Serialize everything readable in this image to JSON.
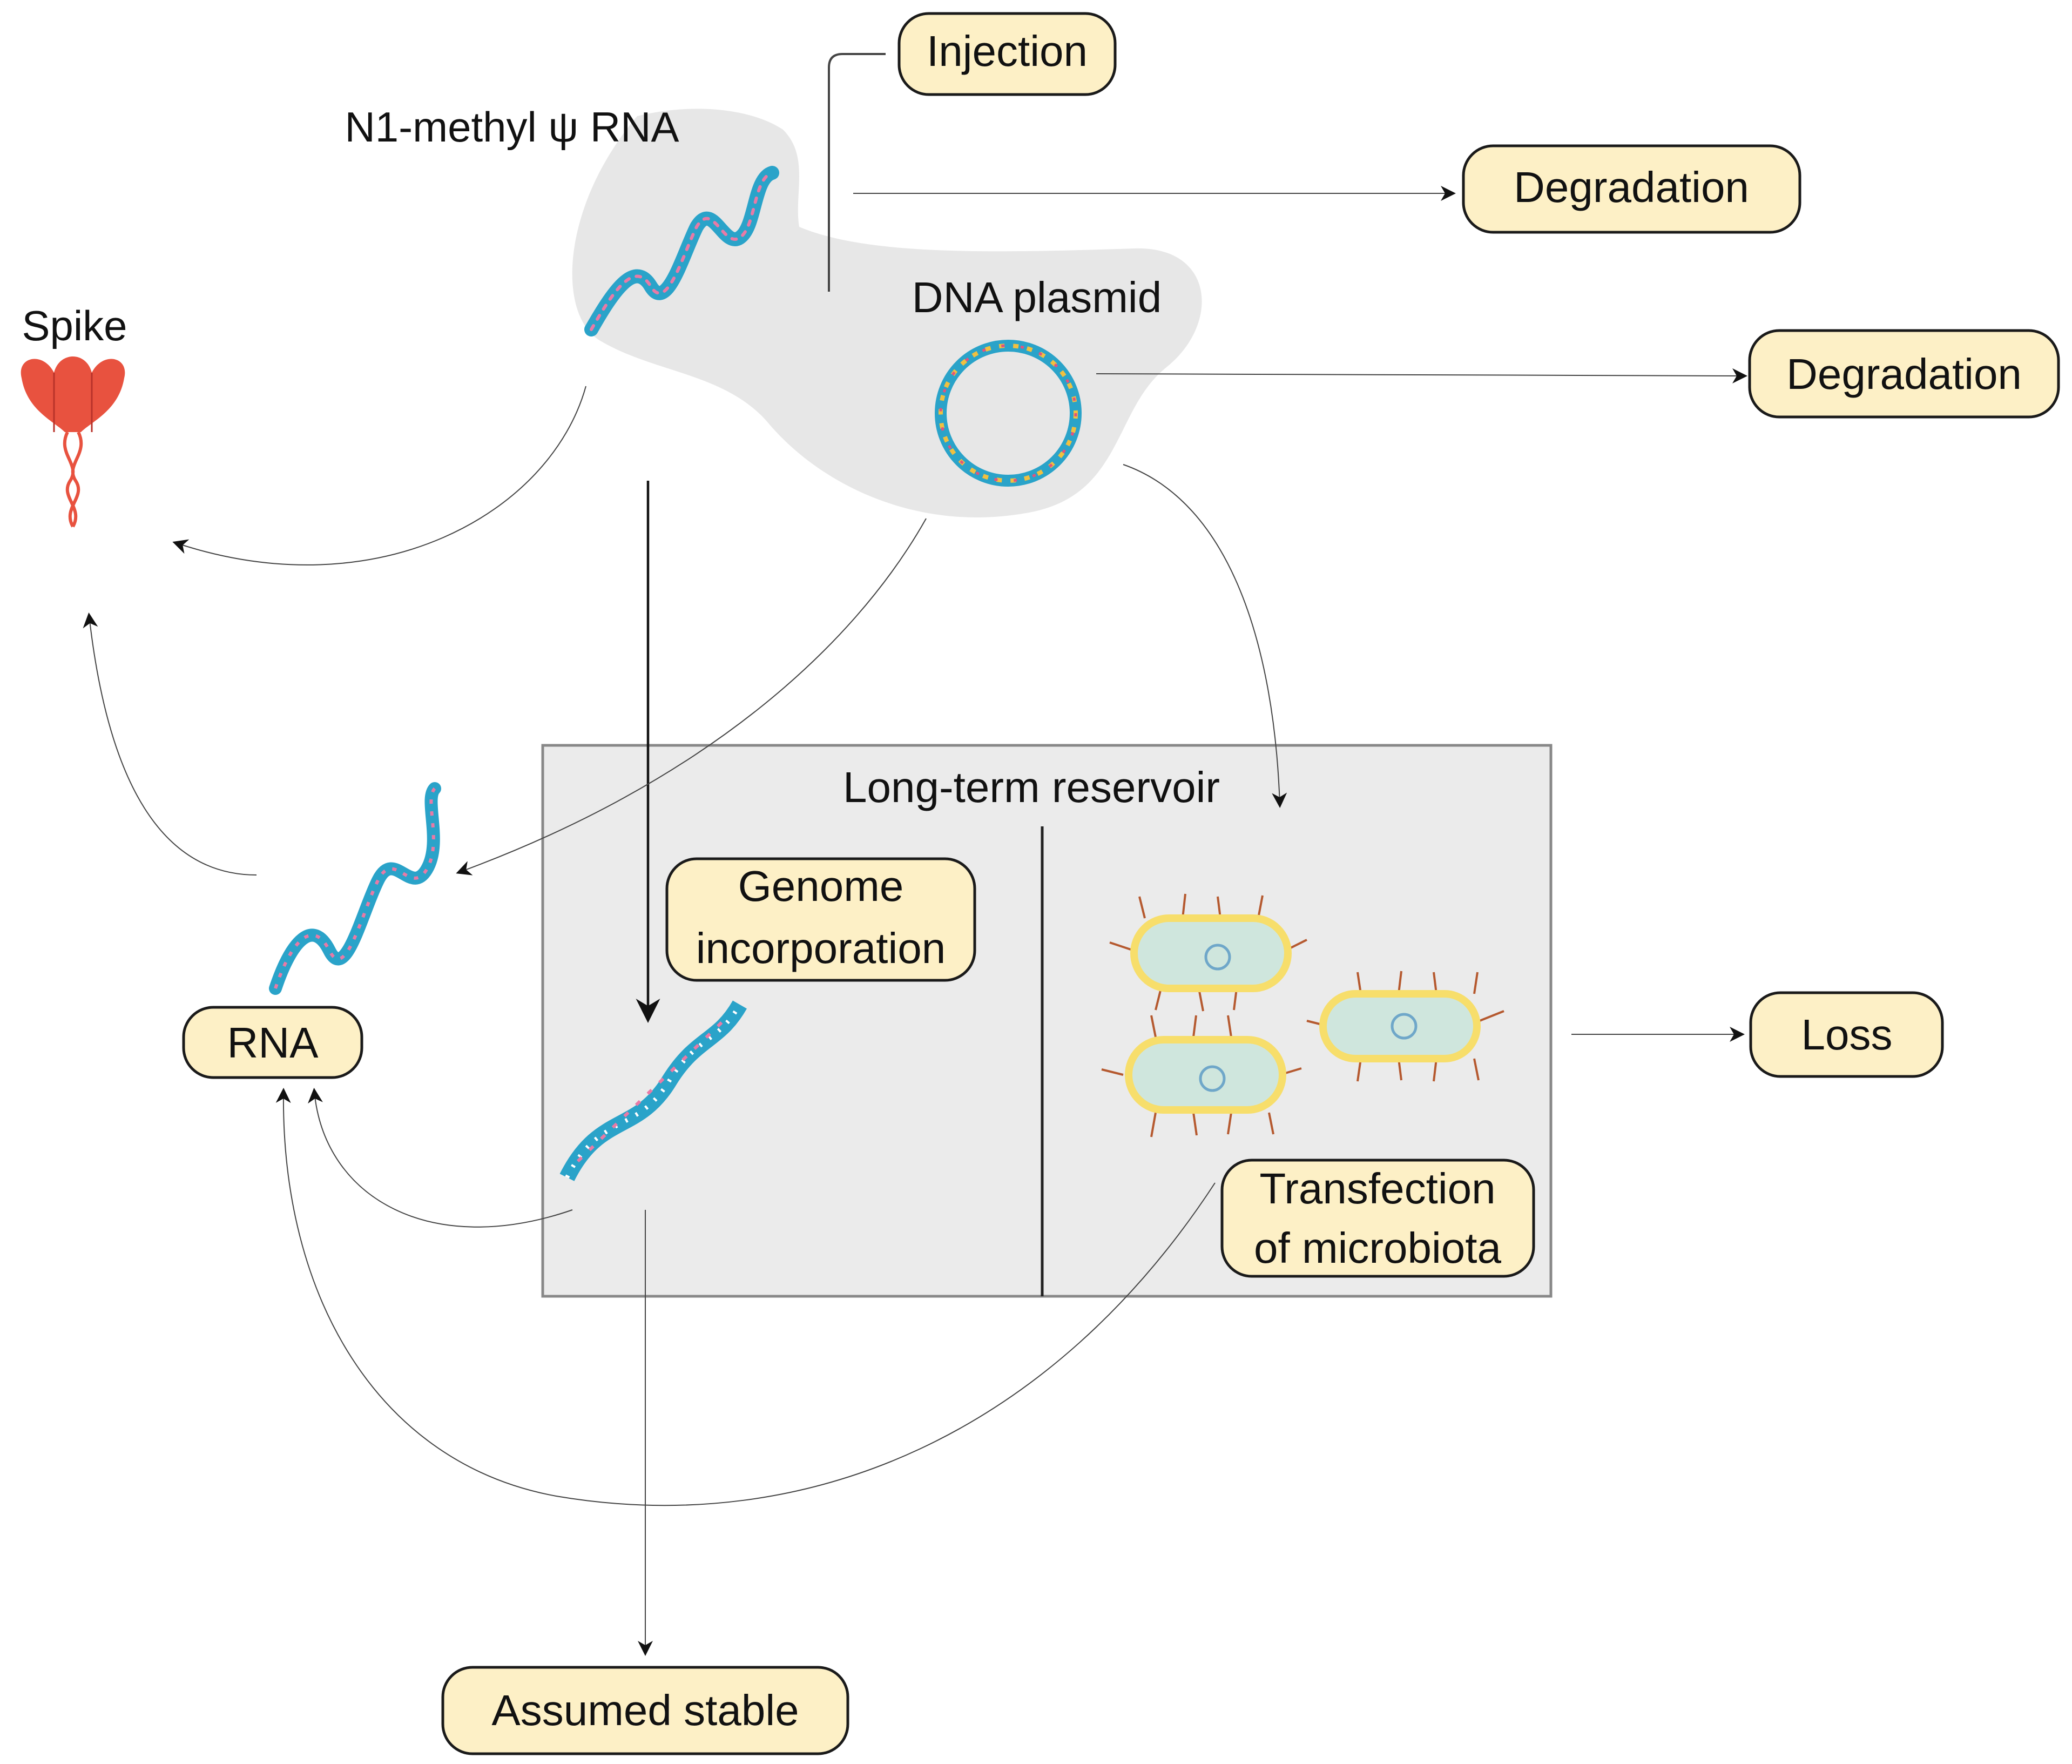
{
  "labels": {
    "injection": "Injection",
    "rna_vector": "N1-methyl ψ RNA",
    "dna_plasmid": "DNA plasmid",
    "degradation_1": "Degradation",
    "degradation_2": "Degradation",
    "spike": "Spike",
    "reservoir": "Long-term reservoir",
    "genome_line1": "Genome",
    "genome_line2": "incorporation",
    "rna": "RNA",
    "loss": "Loss",
    "transfection_line1": "Transfection",
    "transfection_line2": "of microbiota",
    "assumed_stable": "Assumed stable"
  },
  "colors": {
    "label_box": "#fdf0c6",
    "blob": "#e7e7e7",
    "reservoir": "#ebebeb",
    "helix": "#2aa3c9",
    "spike": "#e8523f",
    "bacteria_body": "#cfe6dd",
    "bacteria_rim": "#f7de6b",
    "flagella": "#b5592f"
  }
}
